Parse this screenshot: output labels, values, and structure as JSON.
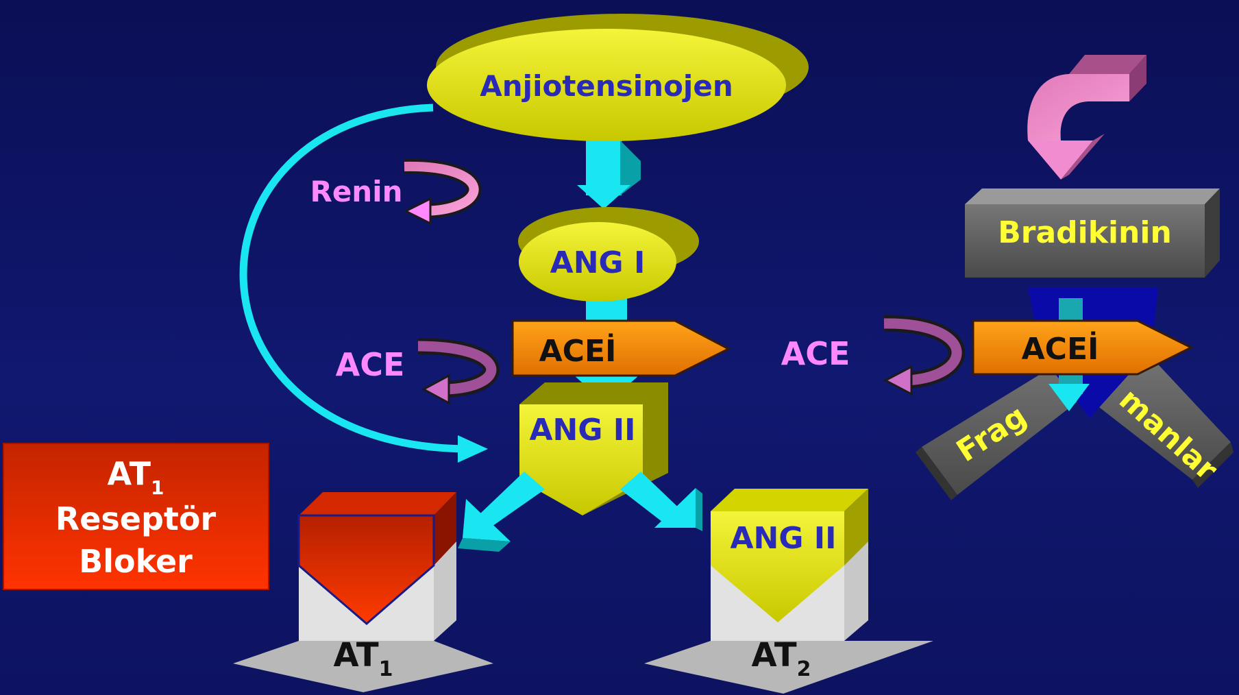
{
  "diagram": {
    "angiotensinogen": "Anjiotensinojen",
    "renin": "Renin",
    "ang1": "ANG I",
    "ace_left": "ACE",
    "acei_left": "ACEİ",
    "ang2_center": "ANG II",
    "ang2_at2": "ANG II",
    "ace_right": "ACE",
    "acei_right": "ACEİ",
    "bradykinin": "Bradikinin",
    "fragments_left": "Frag",
    "fragments_right": "manlar",
    "blocker_line1_base": "AT",
    "blocker_line1_sub": "1",
    "blocker_line2": "Reseptör",
    "blocker_line3": "Bloker",
    "at1_base": "AT",
    "at1_sub": "1",
    "at2_base": "AT",
    "at2_sub": "2"
  },
  "colors": {
    "background": "#0d1262",
    "ellipse_yellow": "#e8e800",
    "label_blue": "#2a2ab8",
    "arrow_cyan": "#19e6f0",
    "enzyme_pink": "#ff88ff",
    "acei_orange": "#ff8c00",
    "blocker_red": "#ff3300",
    "gray_block": "#5e5e5e",
    "bradykinin_text": "#ffff33"
  }
}
